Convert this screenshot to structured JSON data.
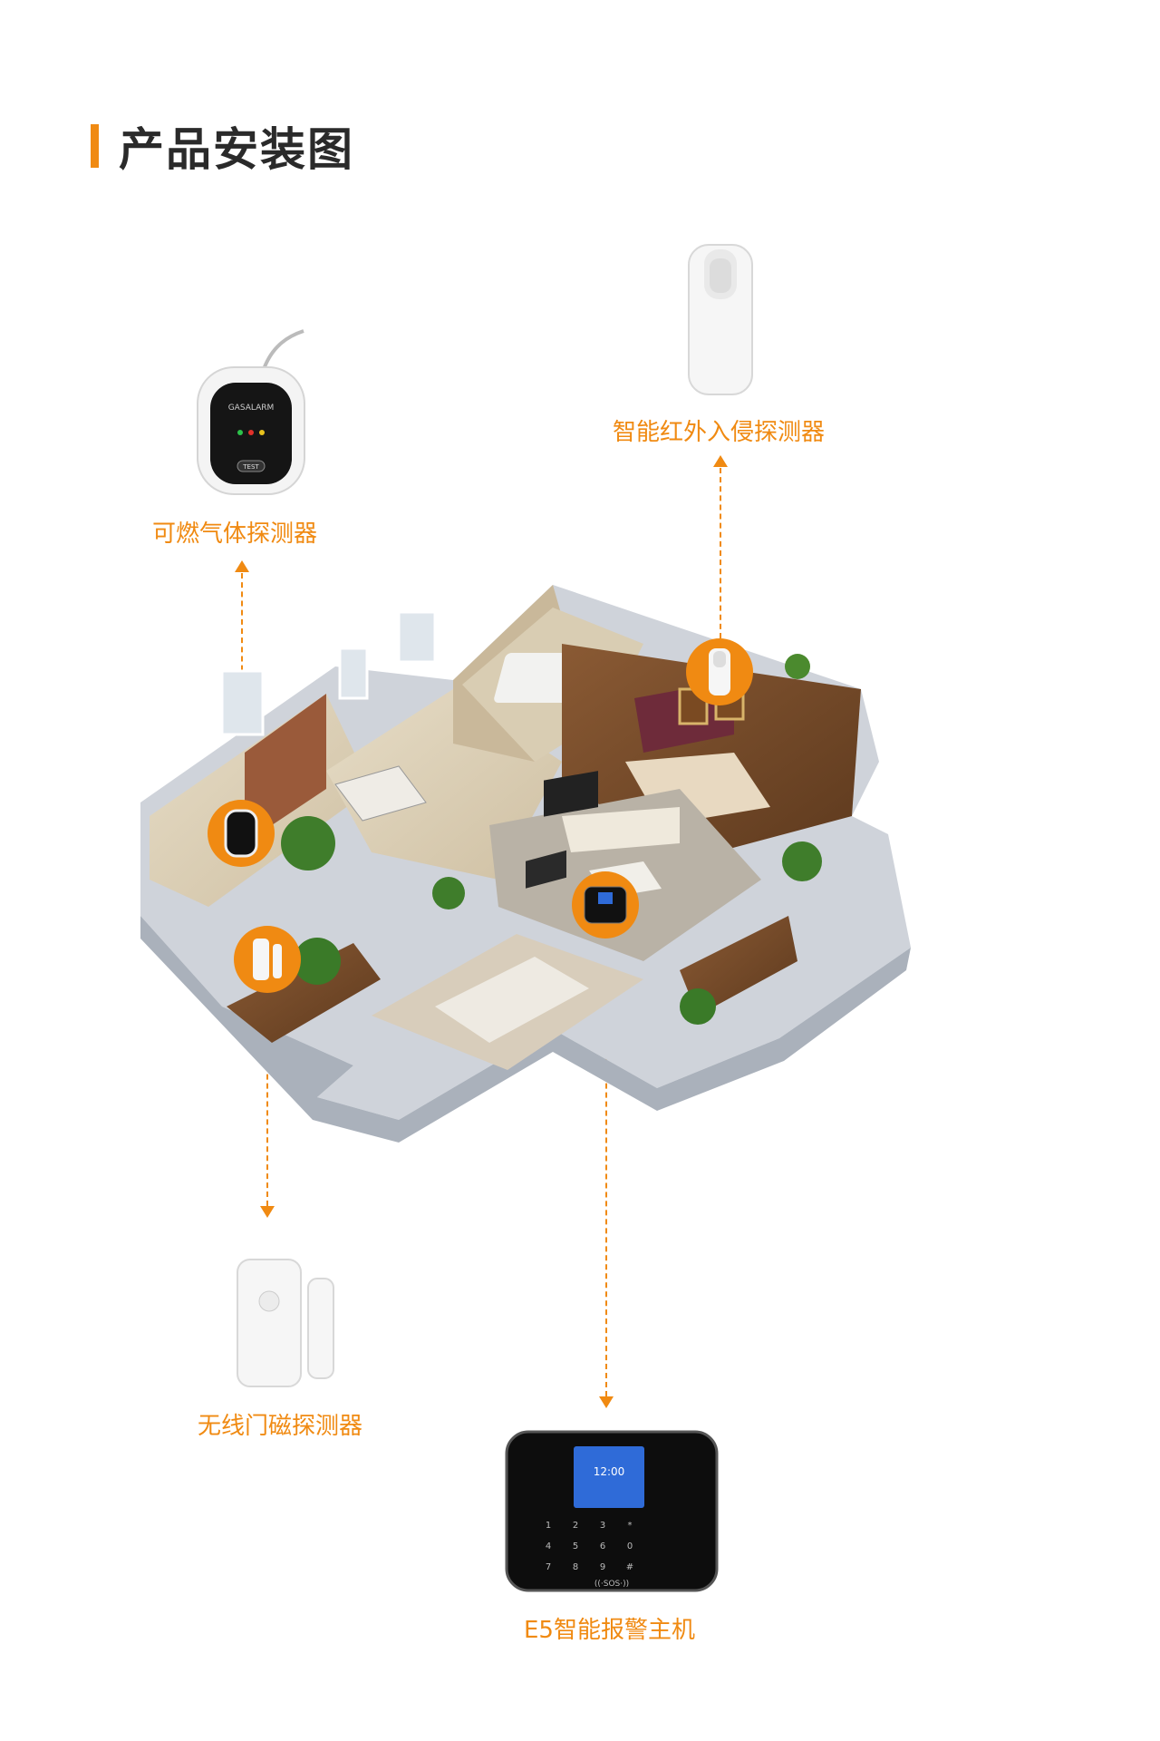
{
  "title": "产品安装图",
  "devices": {
    "gas": {
      "label": "可燃气体探测器",
      "screen_text": "GASALARM",
      "button_text": "TEST"
    },
    "pir": {
      "label": "智能红外入侵探测器"
    },
    "door": {
      "label": "无线门磁探测器"
    },
    "host": {
      "label": "E5智能报警主机",
      "screen_time": "12:00",
      "keys": [
        "1",
        "2",
        "3",
        "4",
        "5",
        "6",
        "7",
        "8",
        "9",
        "*",
        "0",
        "#"
      ],
      "sos": "((·SOS·))"
    }
  },
  "colors": {
    "accent": "#f08a12",
    "title": "#2a2a2a"
  }
}
